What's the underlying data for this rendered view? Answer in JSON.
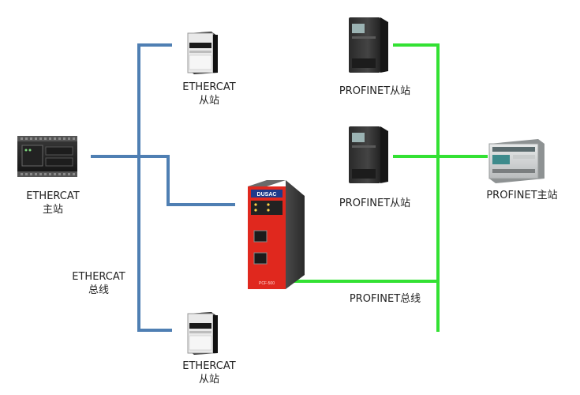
{
  "nodes": {
    "ethercat_master": {
      "line1": "ETHERCAT",
      "line2": "主站"
    },
    "ethercat_slave_top": {
      "line1": "ETHERCAT",
      "line2": "从站"
    },
    "ethercat_slave_bottom": {
      "line1": "ETHERCAT",
      "line2": "从站"
    },
    "profinet_slave_top": {
      "label": "PROFINET从站"
    },
    "profinet_slave_mid": {
      "label": "PROFINET从站"
    },
    "profinet_master": {
      "label": "PROFINET主站"
    },
    "gateway": {
      "brand": "DUSAC",
      "model": "PCF-500"
    }
  },
  "buses": {
    "ethercat": {
      "line1": "ETHERCAT",
      "line2": "总线"
    },
    "profinet": {
      "label": "PROFINET总线"
    }
  },
  "colors": {
    "ethercat_bus": "#4f7fb3",
    "profinet_bus": "#33e133",
    "gateway_red": "#e0281e"
  }
}
